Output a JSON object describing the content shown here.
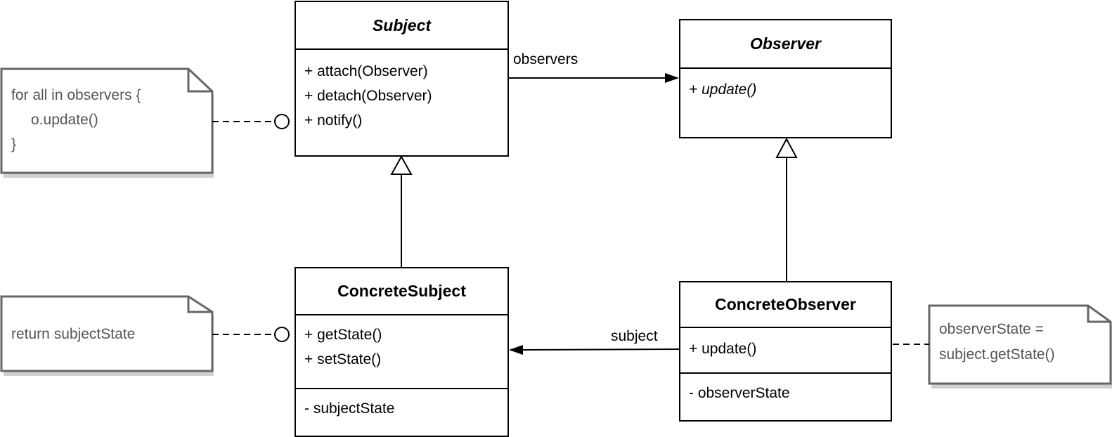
{
  "classes": {
    "subject": {
      "name": "Subject",
      "operations": [
        "+ attach(Observer)",
        "+ detach(Observer)",
        "+ notify()"
      ]
    },
    "observer": {
      "name": "Observer",
      "operations": [
        "+ update()"
      ]
    },
    "concrete_subject": {
      "name": "ConcreteSubject",
      "operations": [
        "+ getState()",
        "+ setState()"
      ],
      "attributes": [
        "- subjectState"
      ]
    },
    "concrete_observer": {
      "name": "ConcreteObserver",
      "operations": [
        "+ update()"
      ],
      "attributes": [
        "- observerState"
      ]
    }
  },
  "associations": {
    "observers_label": "observers",
    "subject_label": "subject"
  },
  "notes": {
    "notify_note": [
      "for all in observers {",
      "o.update()",
      "}"
    ],
    "getstate_note": [
      "return subjectState"
    ],
    "update_note": [
      "observerState =",
      "subject.getState()"
    ]
  }
}
